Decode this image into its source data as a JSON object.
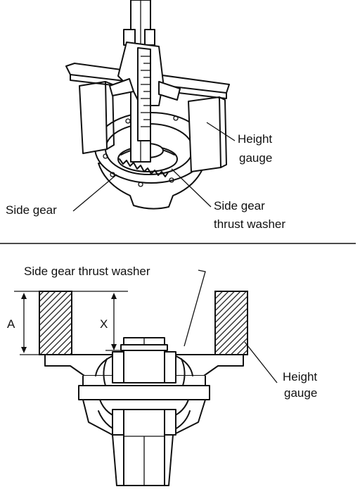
{
  "top_figure": {
    "labels": {
      "height_gauge_line1": "Height",
      "height_gauge_line2": "gauge",
      "side_gear": "Side gear",
      "side_gear_thrust_washer_line1": "Side gear",
      "side_gear_thrust_washer_line2": "thrust washer"
    }
  },
  "bottom_figure": {
    "labels": {
      "side_gear_thrust_washer": "Side gear thrust washer",
      "dimension_a": "A",
      "dimension_x": "X",
      "height_gauge_line1": "Height",
      "height_gauge_line2": "gauge"
    }
  }
}
